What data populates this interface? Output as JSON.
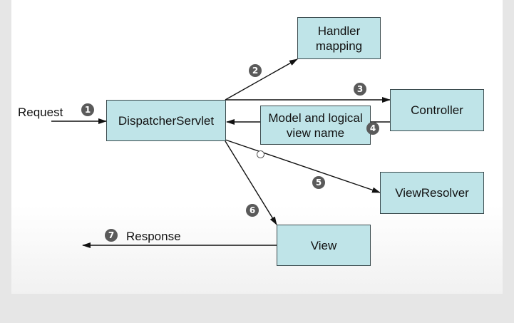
{
  "colors": {
    "box_fill": "#bfe4e8",
    "box_border": "#3a4a4d",
    "arrow": "#111111",
    "badge": "#5a5a5a"
  },
  "nodes": {
    "handler_mapping": "Handler\nmapping",
    "dispatcher_servlet": "DispatcherServlet",
    "controller": "Controller",
    "model_and_view": "Model and logical\nview name",
    "view_resolver": "ViewResolver",
    "view": "View"
  },
  "labels": {
    "request": "Request",
    "response": "Response"
  },
  "steps": [
    "1",
    "2",
    "3",
    "4",
    "5",
    "6",
    "7"
  ]
}
